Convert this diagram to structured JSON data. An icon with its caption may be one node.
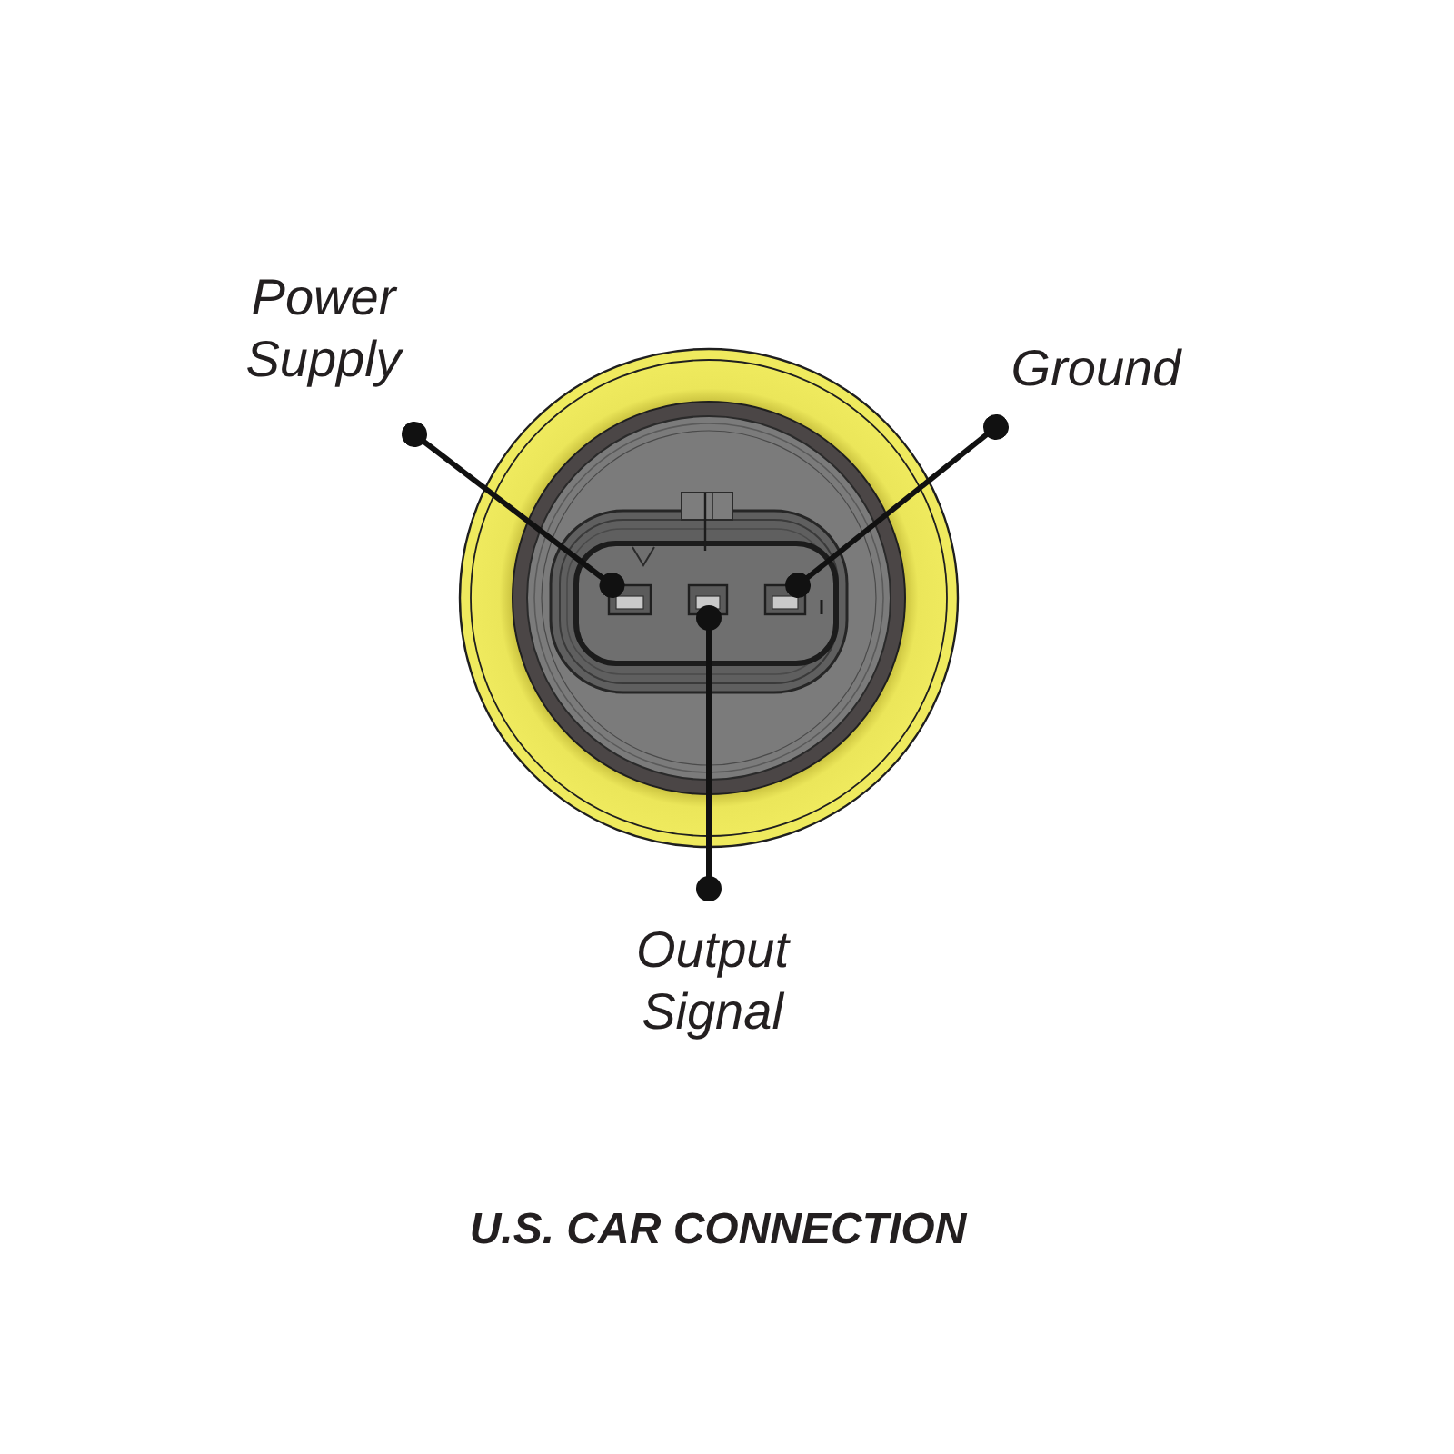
{
  "diagram": {
    "caption": "U.S. CAR CONNECTION",
    "nodes": [
      {
        "text": [
          "Power Supply"
        ]
      },
      {
        "text": [
          "Ground"
        ]
      },
      {
        "text": [],
        "shape": "box"
      },
      {
        "text": [],
        "shape": "box"
      },
      {
        "text": [],
        "shape": "box"
      },
      {
        "text": [
          "Output Signal"
        ]
      }
    ],
    "edges": [
      {
        "from": 0,
        "to": 2,
        "arrow": "other"
      },
      {
        "from": 1,
        "to": 4,
        "arrow": "other"
      },
      {
        "from": 5,
        "to": 3,
        "arrow": "other"
      }
    ]
  }
}
